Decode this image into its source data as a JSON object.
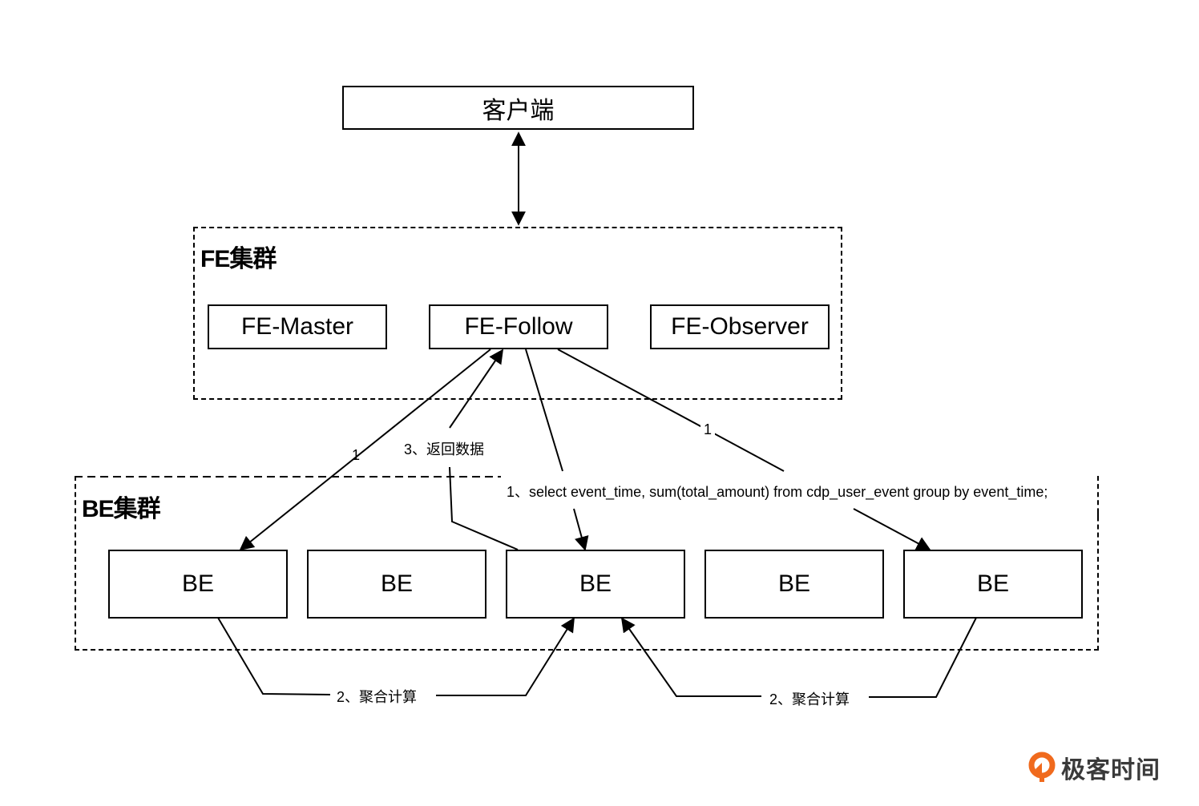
{
  "nodes": {
    "client": "客户端",
    "fe_cluster": "FE集群",
    "fe_master": "FE-Master",
    "fe_follow": "FE-Follow",
    "fe_observer": "FE-Observer",
    "be_cluster": "BE集群",
    "be": [
      "BE",
      "BE",
      "BE",
      "BE",
      "BE"
    ]
  },
  "edges": {
    "step1_left": "1",
    "step1_right": "1",
    "step1_query": "1、select event_time, sum(total_amount) from cdp_user_event group by event_time;",
    "step3_return": "3、返回数据",
    "step2_agg_left": "2、聚合计算",
    "step2_agg_right": "2、聚合计算"
  },
  "watermark": {
    "icon": "geektime-logo-icon",
    "text": "极客时间",
    "color": "#f06a1d"
  }
}
